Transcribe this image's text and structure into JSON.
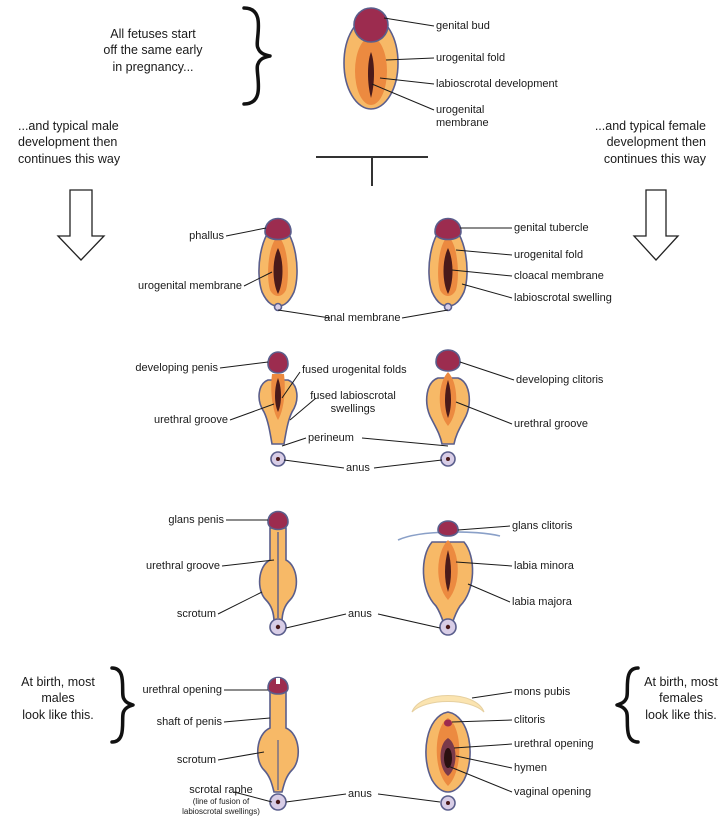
{
  "intro": {
    "start_text": "All fetuses start\noff the same early\nin pregnancy...",
    "male_text": "...and typical male\ndevelopment then\ncontinues this way",
    "female_text": "...and typical female\ndevelopment then\ncontinues this way"
  },
  "stage1": {
    "genital_bud": "genital bud",
    "urogenital_fold": "urogenital fold",
    "labioscrotal_development": "labioscrotal development",
    "urogenital_membrane": "urogenital\nmembrane"
  },
  "stage2": {
    "phallus": "phallus",
    "urogenital_membrane": "urogenital membrane",
    "anal_membrane": "anal membrane",
    "genital_tubercle": "genital tubercle",
    "urogenital_fold": "urogenital fold",
    "cloacal_membrane": "cloacal membrane",
    "labioscrotal_swelling": "labioscrotal swelling"
  },
  "stage3": {
    "developing_penis": "developing penis",
    "fused_urogenital_folds": "fused urogenital folds",
    "fused_labioscrotal_swellings": "fused labioscrotal\nswellings",
    "urethral_groove_male": "urethral groove",
    "perineum": "perineum",
    "anus": "anus",
    "developing_clitoris": "developing clitoris",
    "urethral_groove_female": "urethral groove"
  },
  "stage4": {
    "glans_penis": "glans penis",
    "urethral_groove": "urethral groove",
    "scrotum": "scrotum",
    "anus": "anus",
    "glans_clitoris": "glans clitoris",
    "labia_minora": "labia minora",
    "labia_majora": "labia majora"
  },
  "stage5": {
    "urethral_opening_male": "urethral opening",
    "shaft_of_penis": "shaft of penis",
    "scrotum": "scrotum",
    "scrotal_raphe": "scrotal raphe",
    "scrotal_raphe_note": "(line of fusion of\nlabioscrotal swellings)",
    "anus": "anus",
    "mons_pubis": "mons pubis",
    "clitoris": "clitoris",
    "urethral_opening_female": "urethral opening",
    "hymen": "hymen",
    "vaginal_opening": "vaginal opening",
    "male_birth_text": "At birth, most\nmales\nlook like  this.",
    "female_birth_text": "At birth, most\nfemales\nlook like  this."
  },
  "colors": {
    "outline": "#5a5e8c",
    "skin": "#f7b967",
    "fold": "#ec8a40",
    "tubercle": "#9c2c4f",
    "slit": "#4a1a1a",
    "anus_ring": "#d8cde6"
  }
}
